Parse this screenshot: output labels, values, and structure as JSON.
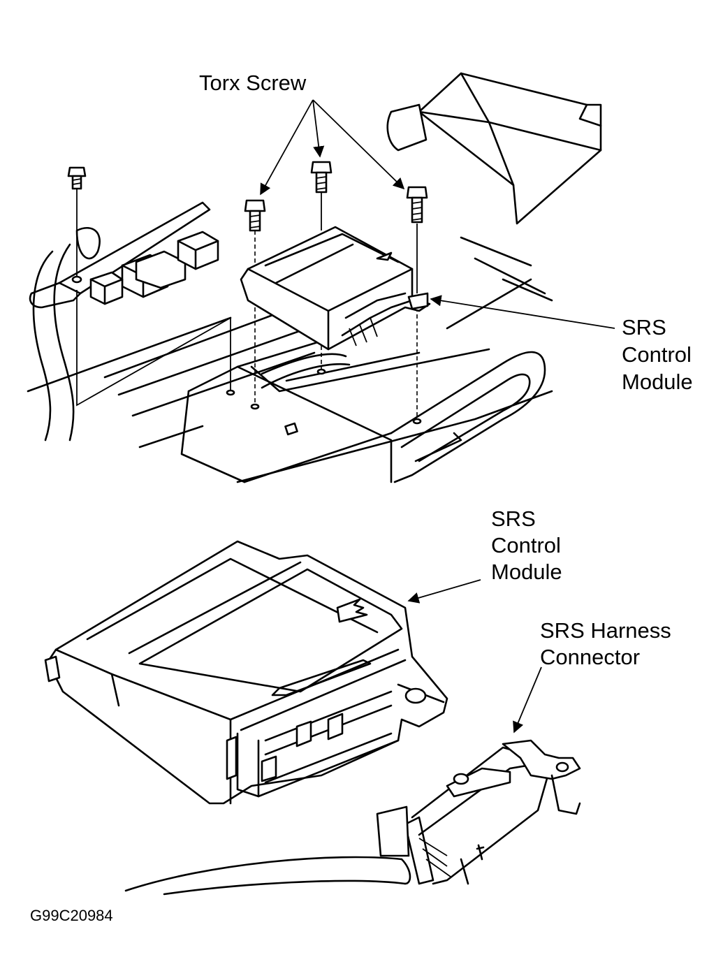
{
  "labels": {
    "torx_screw": "Torx Screw",
    "srs_module_top": [
      "SRS",
      "Control",
      "Module"
    ],
    "srs_module_bottom": [
      "SRS",
      "Control",
      "Module"
    ],
    "srs_harness_connector": [
      "SRS Harness",
      "Connector"
    ],
    "figure_code": "G99C20984"
  },
  "colors": {
    "line": "#000000",
    "background": "#ffffff"
  }
}
